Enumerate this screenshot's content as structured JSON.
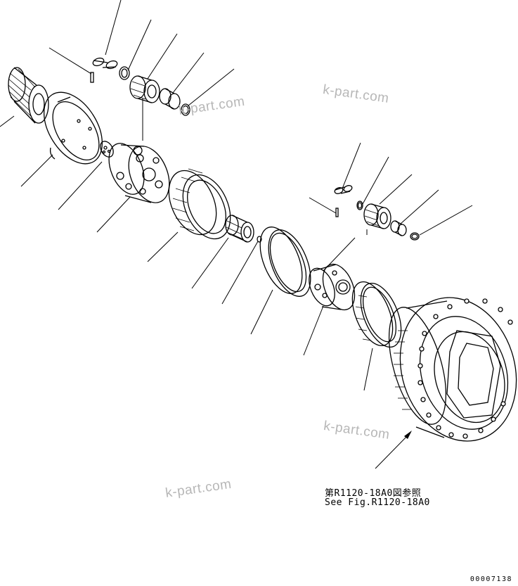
{
  "watermarks": [
    "k-part.com",
    "k-part.com",
    "k-part.com",
    "k-part.com"
  ],
  "reference": {
    "line_jp": "第R1120-18A0図参照",
    "line_en": "See Fig.R1120-18A0"
  },
  "document_number": "00007138"
}
